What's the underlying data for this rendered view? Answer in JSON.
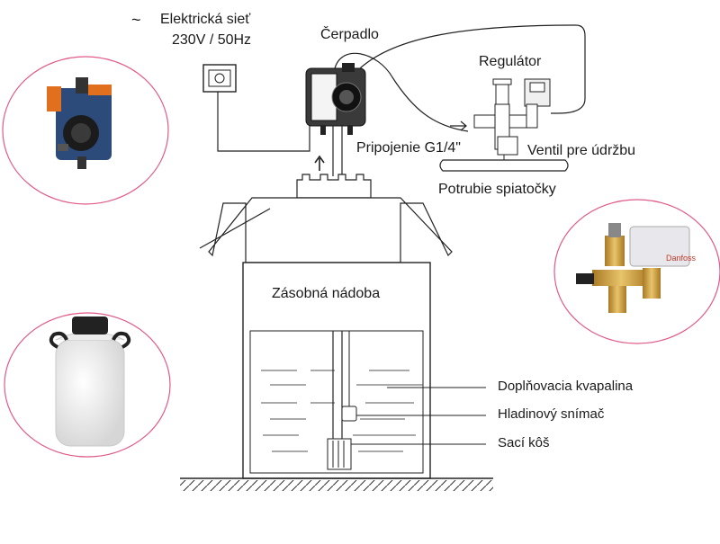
{
  "labels": {
    "power_tilde": "~",
    "power_network": "Elektrická sieť",
    "power_spec": "230V / 50Hz",
    "pump": "Čerpadlo",
    "regulator": "Regulátor",
    "connection": "Pripojenie G1/4\"",
    "service_valve": "Ventil pre údržbu",
    "return_pipe": "Potrubie spiatočky",
    "tank": "Zásobná nádoba",
    "fill_liquid": "Doplňovacia kvapalina",
    "level_sensor": "Hladinový snímač",
    "suction_basket": "Sací kôš"
  },
  "photos": {
    "pump_photo": {
      "icon": "dosing-pump-photo-icon",
      "color_body": "#2c4a7a",
      "color_accent": "#e0701e"
    },
    "tank_photo": {
      "icon": "plastic-canister-photo-icon",
      "color_body": "#f2f2f2",
      "color_cap": "#222222"
    },
    "regulator_photo": {
      "icon": "pressure-regulator-photo-icon",
      "color_body": "#c89a3a",
      "color_box": "#e8e8ec"
    }
  },
  "colors": {
    "circle_outline": "#e05a8a",
    "line": "#222222"
  }
}
